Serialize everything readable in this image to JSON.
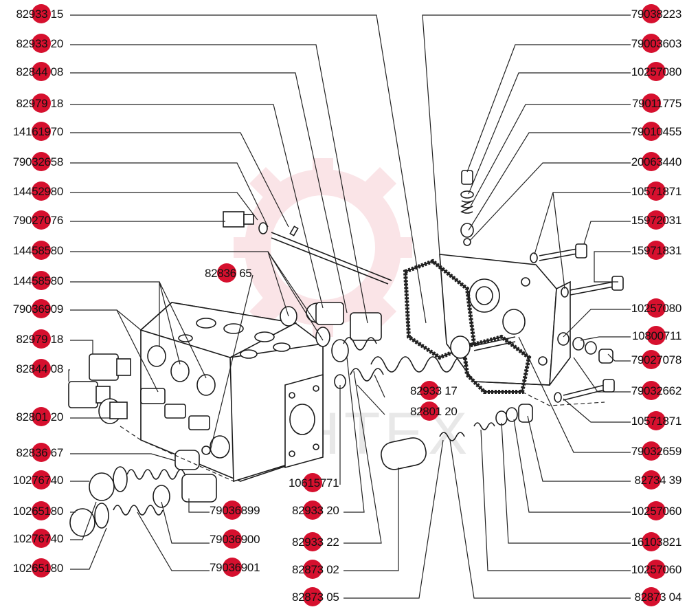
{
  "brand": {
    "watermark_text": "ИНТЕХ",
    "accent": "#d6102e"
  },
  "left_labels": [
    "82933 15",
    "82933 20",
    "82844 08",
    "82979 18",
    "14161970",
    "79032658",
    "14452980",
    "79027076",
    "14458580",
    "14458580",
    "79036909",
    "82979 18",
    "82844 08",
    "82801 20",
    "82836 67",
    "10276740",
    "10265180",
    "10276740",
    "10265180"
  ],
  "right_labels": [
    "79038223",
    "79003603",
    "10257080",
    "79011775",
    "79010455",
    "20063440",
    "10571871",
    "15972031",
    "15971831",
    "10257080",
    "10800711",
    "79027078",
    "79032662",
    "10571871",
    "79032659",
    "82734 39",
    "10257060",
    "16103821",
    "10257060",
    "82873 04"
  ],
  "center_labels": [
    "82836 65",
    "82933 17",
    "82801 20",
    "10615771",
    "82933 20",
    "82933 22",
    "82873 02",
    "82873 05",
    "79036899",
    "79036900",
    "79036901"
  ]
}
